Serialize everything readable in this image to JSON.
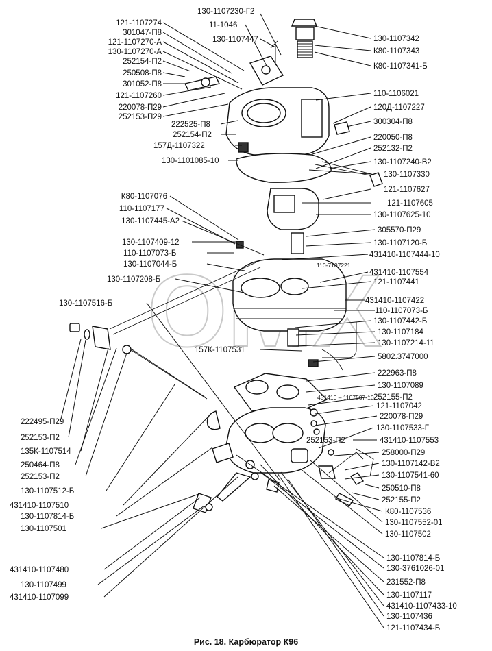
{
  "caption": "Рис. 18. Карбюратор К96",
  "watermark": "OMX",
  "labels": {
    "l_121_1107274": "121-1107274",
    "l_301047_P8": "301047-П8",
    "l_121_1107270_A": "121-1107270-А",
    "l_130_1107270_A": "130-1107270-А",
    "l_252154_P2_a": "252154-П2",
    "l_250508_P8": "250508-П8",
    "l_301052_P8": "301052-П8",
    "l_121_1107260": "121-1107260",
    "l_220078_P29_a": "220078-П29",
    "l_252153_P29": "252153-П29",
    "l_130_1107230_G2": "130-1107230-Г2",
    "l_11_1046": "11-1046",
    "l_130_1107447": "130-1107447",
    "l_222525_P8": "222525-П8",
    "l_252154_P2_b": "252154-П2",
    "l_157D_1107322": "157Д-1107322",
    "l_130_1101085_10": "130-1101085-10",
    "l_K80_1107076": "К80-1107076",
    "l_110_1107177": "110-1107177",
    "l_130_1107445_A2": "130-1107445-А2",
    "l_130_1107409_12": "130-1107409-12",
    "l_110_1107073_B_a": "110-1107073-Б",
    "l_130_1107044_B": "130-1107044-Б",
    "l_130_1107208_B": "130-1107208-Б",
    "l_130_1107516_B": "130-1107516-Б",
    "l_157K_1107531": "157К-1107531",
    "l_130_1107342": "130-1107342",
    "l_K80_1107343": "К80-1107343",
    "l_K80_1107341_B": "К80-1107341-Б",
    "l_110_1106021": "110-1106021",
    "l_120D_1107227": "120Д-1107227",
    "l_300304_P8": "300304-П8",
    "l_220050_P8": "220050-П8",
    "l_252132_P2": "252132-П2",
    "l_130_1107240_V2": "130-1107240-В2",
    "l_130_1107330": "130-1107330",
    "l_121_1107627": "121-1107627",
    "l_121_1107605": "121-1107605",
    "l_130_1107625_10": "130-1107625-10",
    "l_305570_P29": "305570-П29",
    "l_130_1107120_B": "130-1107120-Б",
    "l_431410_1107444_10": "431410-1107444-10",
    "l_110_7107221": "110-7107221",
    "l_431410_1107554": "431410-1107554",
    "l_121_1107441": "121-1107441",
    "l_431410_1107422": "431410-1107422",
    "l_110_1107073_B_b": "110-1107073-Б",
    "l_130_1107442_B": "130-1107442-Б",
    "l_130_1107184": "130-1107184",
    "l_130_1107214_11": "130-1107214-11",
    "l_5802_3747000": "5802.3747000",
    "l_222963_P8": "222963-П8",
    "l_130_1107089": "130-1107089",
    "l_431410_1107507_10": "431410 – 1107507-10",
    "l_252155_P2_a": "252155-П2",
    "l_121_1107042": "121-1107042",
    "l_220078_P29_b": "220078-П29",
    "l_130_1107533_G": "130-1107533-Г",
    "l_252153_P2_c": "252153-П2",
    "l_431410_1107553": "431410-1107553",
    "l_258000_P29": "258000-П29",
    "l_130_1107142_V2": "130-1107142-В2",
    "l_130_1107541_60": "130-1107541-60",
    "l_250510_P8": "250510-П8",
    "l_252155_P2_b": "252155-П2",
    "l_K80_1107536": "К80-1107536",
    "l_130_1107552_01": "130-1107552-01",
    "l_130_1107502": "130-1107502",
    "l_222495_P29": "222495-П29",
    "l_252153_P2_a": "252153-П2",
    "l_135K_1107514": "135К-1107514",
    "l_250464_P8": "250464-П8",
    "l_252153_P2_b": "252153-П2",
    "l_130_1107512_B": "130-1107512-Б",
    "l_431410_1107510": "431410-1107510",
    "l_130_1107814_B_a": "130-1107814-Б",
    "l_130_1107501": "130-1107501",
    "l_431410_1107480": "431410-1107480",
    "l_130_1107499": "130-1107499",
    "l_431410_1107099": "431410-1107099",
    "l_130_1107814_B_b": "130-1107814-Б",
    "l_130_3761026_01": "130-3761026-01",
    "l_231552_P8": "231552-П8",
    "l_130_1107117": "130-1107117",
    "l_431410_1107433_10": "431410-1107433-10",
    "l_130_1107436": "130-1107436",
    "l_121_1107434_B": "121-1107434-Б"
  }
}
